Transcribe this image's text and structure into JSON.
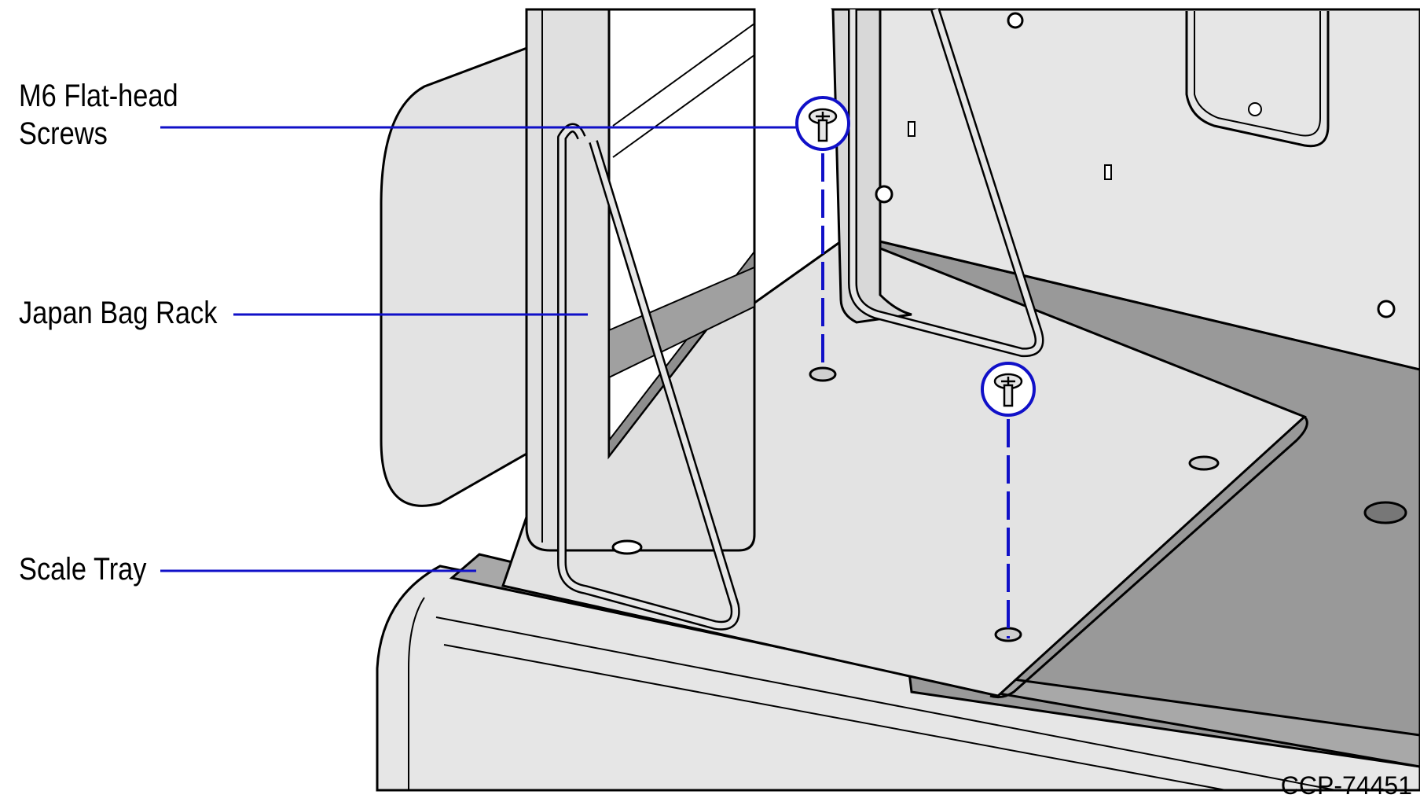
{
  "callouts": {
    "screws": {
      "line1": "M6 Flat-head",
      "line2": "Screws"
    },
    "bag_rack": "Japan Bag Rack",
    "scale_tray": "Scale Tray"
  },
  "figure_id": "CCP-74451",
  "colors": {
    "leader": "#1010c8",
    "outline": "#000000",
    "panel_light": "#e3e3e3",
    "panel_mid": "#cfcfcf",
    "panel_dark": "#999999",
    "background": "#ffffff"
  }
}
